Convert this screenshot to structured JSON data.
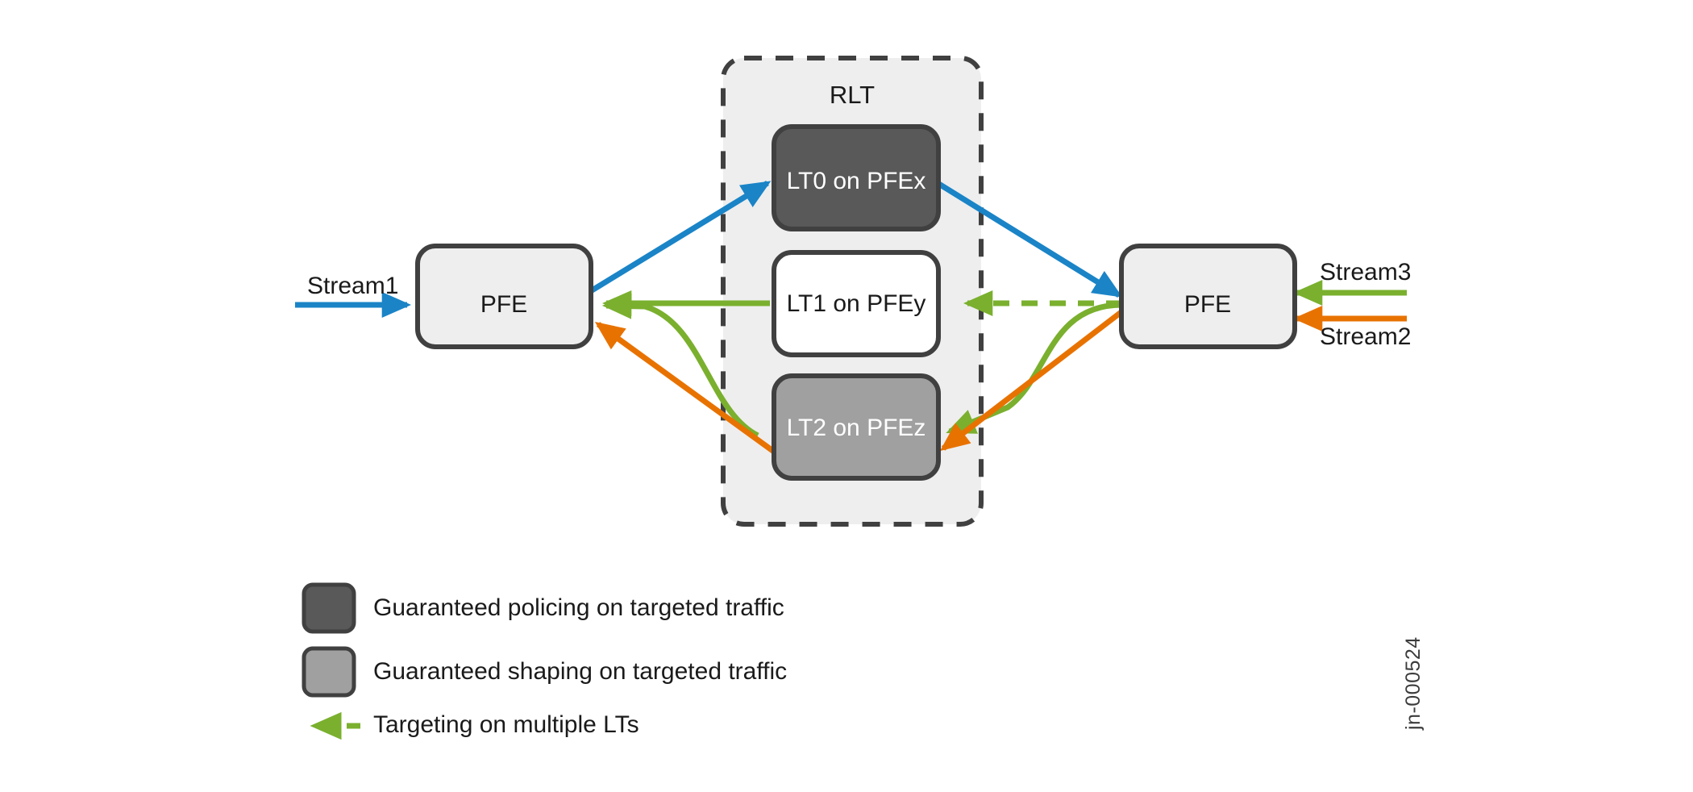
{
  "diagram": {
    "reference_code": "jn-000524",
    "group": {
      "title": "RLT",
      "fill": "#eeeeee",
      "border": "#404040"
    },
    "nodes": [
      {
        "id": "pfe-left",
        "label": "PFE",
        "fill": "#eeeeee",
        "text_color": "#1a1a1a"
      },
      {
        "id": "pfe-right",
        "label": "PFE",
        "fill": "#eeeeee",
        "text_color": "#1a1a1a"
      },
      {
        "id": "lt0",
        "label": "LT0 on PFEx",
        "fill": "#595959",
        "text_color": "#ffffff"
      },
      {
        "id": "lt1",
        "label": "LT1 on PFEy",
        "fill": "#ffffff",
        "text_color": "#1a1a1a"
      },
      {
        "id": "lt2",
        "label": "LT2 on PFEz",
        "fill": "#a0a0a0",
        "text_color": "#ffffff"
      }
    ],
    "streams": [
      {
        "id": "stream1",
        "label": "Stream1",
        "color": "#1a84c7",
        "target": "pfe-left"
      },
      {
        "id": "stream3",
        "label": "Stream3",
        "color": "#7ab02e",
        "target": "pfe-right"
      },
      {
        "id": "stream2",
        "label": "Stream2",
        "color": "#e87200",
        "target": "pfe-right"
      }
    ],
    "colors": {
      "blue": "#1a84c7",
      "green": "#7ab02e",
      "orange": "#e87200",
      "node_border": "#404040",
      "dark_swatch": "#595959",
      "gray_swatch": "#a0a0a0"
    },
    "flows": [
      {
        "id": "flow-blue-in",
        "color": "#1a84c7",
        "from": "pfe-left",
        "to": "lt0",
        "style": "solid"
      },
      {
        "id": "flow-blue-out",
        "color": "#1a84c7",
        "from": "lt0",
        "to": "pfe-right",
        "style": "solid"
      },
      {
        "id": "flow-green-dashed",
        "color": "#7ab02e",
        "from": "pfe-right",
        "to": "lt1",
        "style": "dashed"
      },
      {
        "id": "flow-green-lt1",
        "color": "#7ab02e",
        "from": "lt1",
        "to": "pfe-left",
        "style": "solid"
      },
      {
        "id": "flow-green-down",
        "color": "#7ab02e",
        "from": "pfe-right",
        "to": "lt2",
        "style": "solid"
      },
      {
        "id": "flow-green-lt2",
        "color": "#7ab02e",
        "from": "lt2",
        "to": "pfe-left",
        "style": "solid"
      },
      {
        "id": "flow-orange-down",
        "color": "#e87200",
        "from": "pfe-right",
        "to": "lt2",
        "style": "solid"
      },
      {
        "id": "flow-orange-lt2",
        "color": "#e87200",
        "from": "lt2",
        "to": "pfe-left",
        "style": "solid"
      }
    ],
    "legend": [
      {
        "id": "legend-policing",
        "type": "swatch",
        "color": "#595959",
        "label": "Guaranteed policing on targeted traffic"
      },
      {
        "id": "legend-shaping",
        "type": "swatch",
        "color": "#a0a0a0",
        "label": "Guaranteed shaping on targeted traffic"
      },
      {
        "id": "legend-multi-lt",
        "type": "dashed-arrow",
        "color": "#7ab02e",
        "label": "Targeting on multiple LTs"
      }
    ]
  }
}
